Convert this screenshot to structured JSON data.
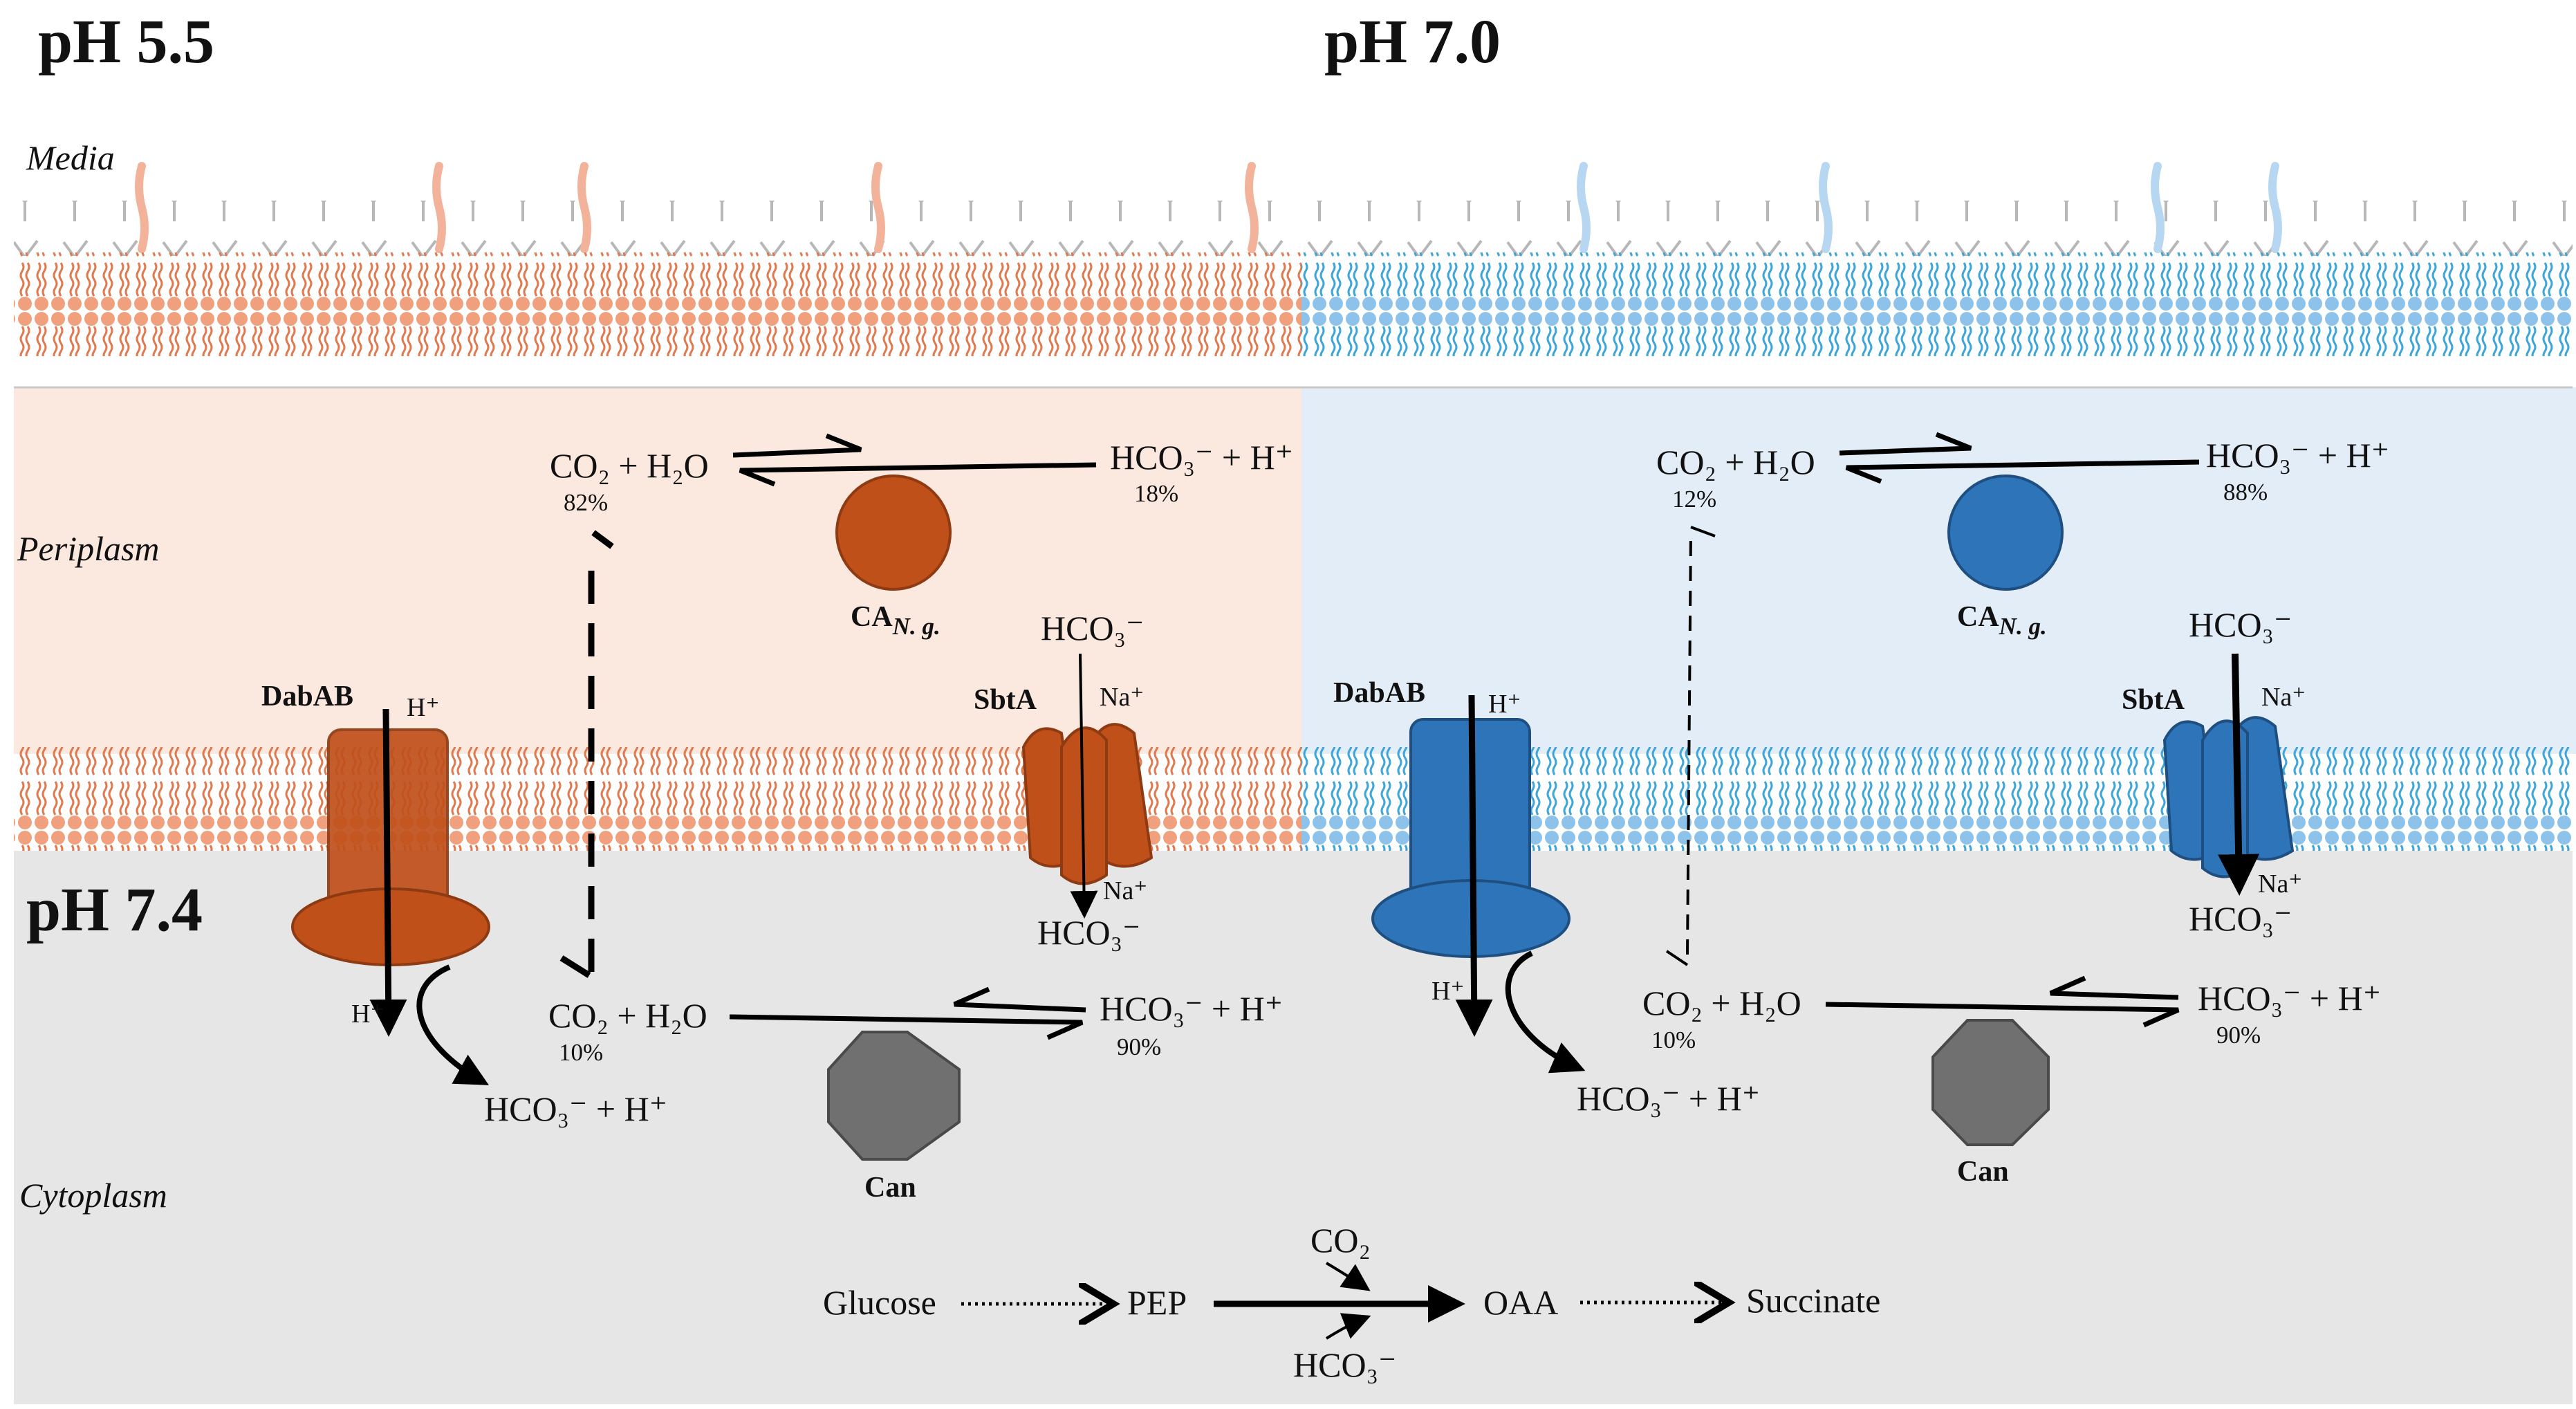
{
  "headers": {
    "left_ph": "pH 5.5",
    "right_ph": "pH 7.0",
    "cyto_ph": "pH 7.4"
  },
  "regions": {
    "media": "Media",
    "periplasm": "Periplasm",
    "cytoplasm": "Cytoplasm"
  },
  "colors": {
    "left_enzyme": "#c0501a",
    "right_enzyme": "#2e74b8",
    "left_periplasm_bg": "#fbe8df",
    "right_periplasm_bg": "#e3edf8",
    "cytoplasm_bg": "#e6e6e6",
    "can_enzyme": "#707070",
    "left_membrane": "#f0a07c",
    "right_membrane": "#8dc3eb"
  },
  "left": {
    "peri_reaction": {
      "lhs": "CO₂ + H₂O",
      "lhs_pct": "82%",
      "rhs": "HCO₃⁻ + H⁺",
      "rhs_pct": "18%"
    },
    "ca_label": "CA",
    "ca_sub": "N. g.",
    "dabab": {
      "label": "DabAB",
      "h_in": "H⁺",
      "h_out": "H⁺",
      "product": "HCO₃⁻ + H⁺"
    },
    "sbta": {
      "label": "SbtA",
      "in": "HCO₃⁻",
      "na_in": "Na⁺",
      "na_out": "Na⁺",
      "out": "HCO₃⁻"
    },
    "cyto_reaction": {
      "lhs": "CO₂ + H₂O",
      "lhs_pct": "10%",
      "rhs": "HCO₃⁻ + H⁺",
      "rhs_pct": "90%"
    },
    "can_label": "Can"
  },
  "right": {
    "peri_reaction": {
      "lhs": "CO₂ + H₂O",
      "lhs_pct": "12%",
      "rhs": "HCO₃⁻ + H⁺",
      "rhs_pct": "88%"
    },
    "ca_label": "CA",
    "ca_sub": "N. g.",
    "dabab": {
      "label": "DabAB",
      "h_in": "H⁺",
      "h_out": "H⁺",
      "product": "HCO₃⁻ + H⁺"
    },
    "sbta": {
      "label": "SbtA",
      "in": "HCO₃⁻",
      "na_in": "Na⁺",
      "na_out": "Na⁺",
      "out": "HCO₃⁻"
    },
    "cyto_reaction": {
      "lhs": "CO₂ + H₂O",
      "lhs_pct": "10%",
      "rhs": "HCO₃⁻ + H⁺",
      "rhs_pct": "90%"
    },
    "can_label": "Can"
  },
  "pathway": {
    "glucose": "Glucose",
    "pep": "PEP",
    "oaa": "OAA",
    "succinate": "Succinate",
    "co2": "CO₂",
    "hco3": "HCO₃⁻"
  }
}
